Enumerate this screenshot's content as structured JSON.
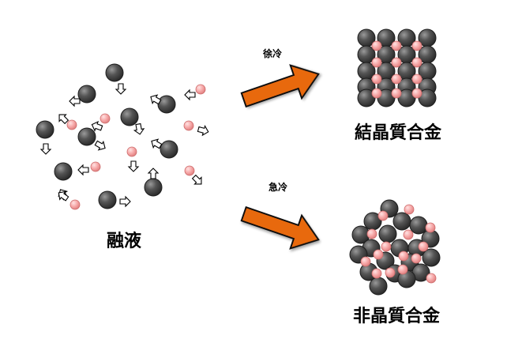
{
  "labels": {
    "melt": "融液",
    "slow_cool": "徐冷",
    "rapid_cool": "急冷",
    "crystalline": "結晶質合金",
    "amorphous": "非晶質合金"
  },
  "colors": {
    "large_atom": "#4a4a4a",
    "small_atom": "#f4a5a5",
    "big_arrow": "#e8690f",
    "big_arrow_stroke": "#111111",
    "small_arrow_fill": "#ffffff"
  }
}
